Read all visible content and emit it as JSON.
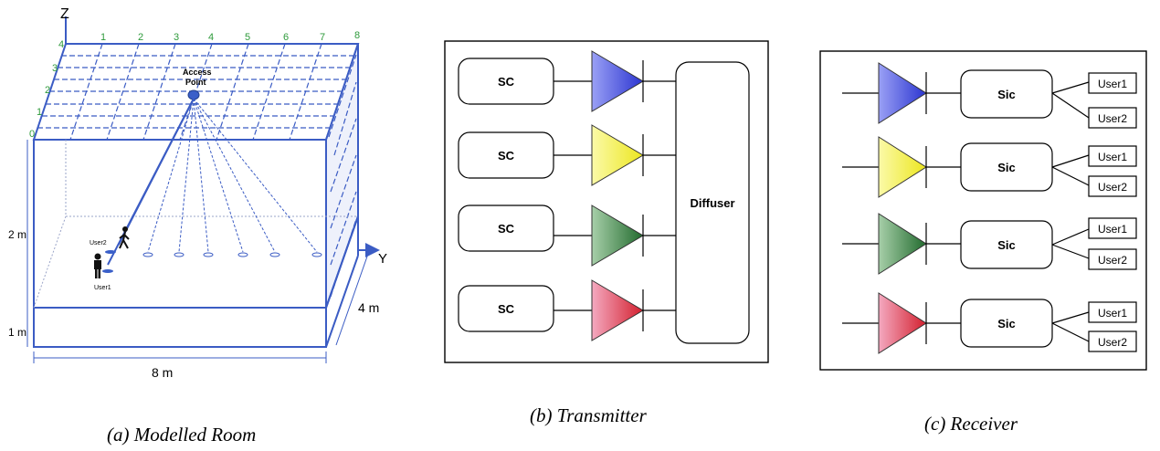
{
  "room": {
    "axis_z": "Z",
    "axis_y": "Y",
    "access_point": [
      "Access",
      "Point"
    ],
    "user1": "User1",
    "user2": "User2",
    "dim_2m": "2 m",
    "dim_1m": "1 m",
    "dim_4m": "4 m",
    "dim_8m": "8 m",
    "grid_top": [
      "1",
      "2",
      "3",
      "4",
      "5",
      "6",
      "7",
      "8"
    ],
    "grid_left": [
      "0",
      "1",
      "2",
      "3",
      "4"
    ],
    "caption": "(a) Modelled Room"
  },
  "transmitter": {
    "sc_labels": [
      "SC",
      "SC",
      "SC",
      "SC"
    ],
    "diffuser": "Diffuser",
    "caption": "(b) Transmitter"
  },
  "receiver": {
    "sic_labels": [
      "Sic",
      "Sic",
      "Sic",
      "Sic"
    ],
    "user1": "User1",
    "user2": "User2",
    "caption": "(c) Receiver"
  },
  "colors": {
    "blue": "#3a43d8",
    "yellow": "#f2ee2a",
    "green": "#2f7a3a",
    "red": "#d8343e"
  }
}
